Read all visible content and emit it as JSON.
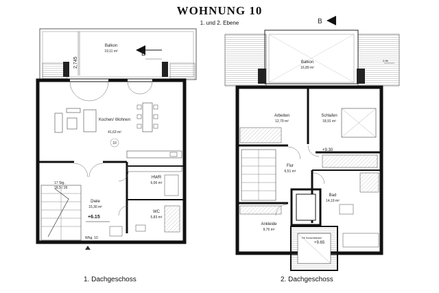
{
  "title": "WOHNUNG 10",
  "subtitle": "1. und 2. Ebene",
  "floors": [
    {
      "caption": "1. Dachgeschoss",
      "section_marker": "B",
      "dimension": "2,745",
      "level_mark": "+6.15",
      "stair": {
        "label": "17 Stg.",
        "ratio": "18,5 / 26"
      },
      "entry_note": "Whg. 10",
      "rooms": [
        {
          "name": "Balkon",
          "area": "19,11 m²"
        },
        {
          "name": "Kochen/ Wohnen",
          "area": "41,63 m²"
        },
        {
          "name": "HWR",
          "area": "6,06 m²"
        },
        {
          "name": "Diele",
          "area": "15,30 m²"
        },
        {
          "name": "WC",
          "area": "5,83 m²"
        }
      ]
    },
    {
      "caption": "2. Dachgeschoss",
      "section_marker": "B",
      "dimension": "2,96",
      "level_marks": [
        "+9.30",
        "+9.65"
      ],
      "rooms": [
        {
          "name": "Balkon",
          "area": "16,89 m²"
        },
        {
          "name": "Arbeiten",
          "area": "12,79 m²"
        },
        {
          "name": "Schlafen",
          "area": "18,91 m²"
        },
        {
          "name": "Flur",
          "area": "6,51 m²"
        },
        {
          "name": "Bad",
          "area": "14,19 m²"
        },
        {
          "name": "Ankleide",
          "area": "9,76 m²"
        }
      ],
      "roof_hatch": "OK Schachtdeckel"
    }
  ],
  "room_number": "10"
}
